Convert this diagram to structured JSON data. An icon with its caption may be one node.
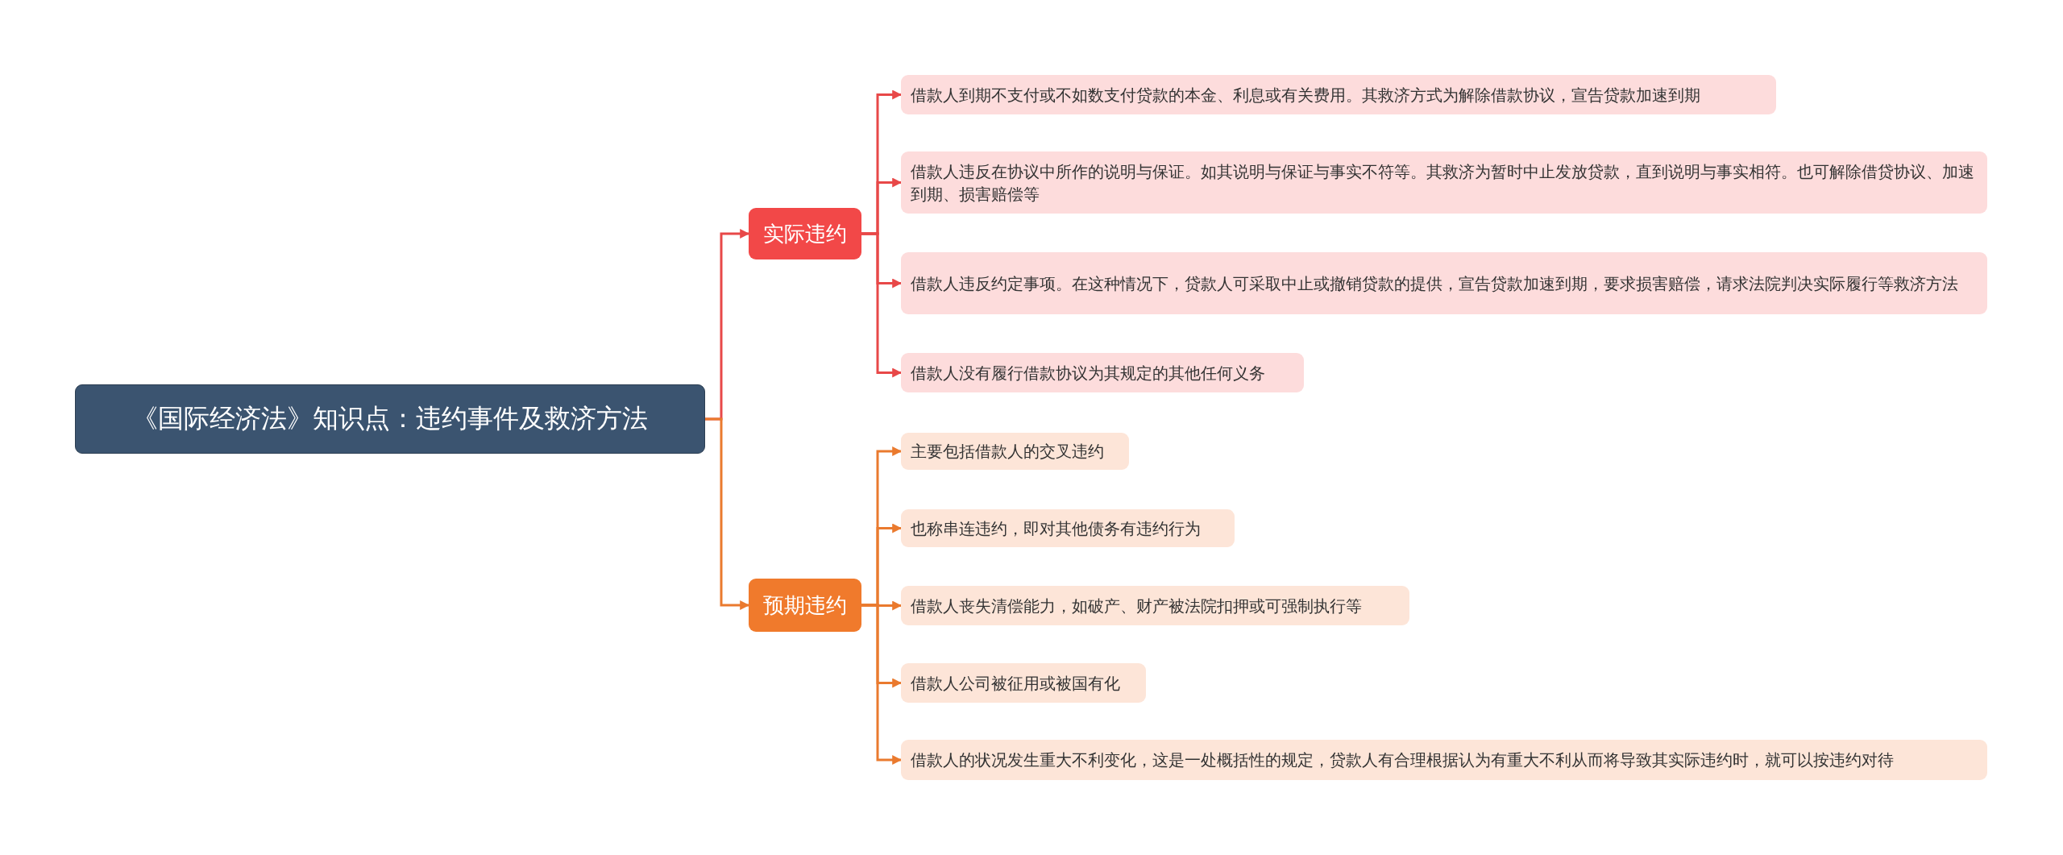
{
  "diagram": {
    "nodes": [
      {
        "text": [
          "《国际经济法》知识点：违约事件及救济方法"
        ]
      },
      {
        "text": [
          "实际违约"
        ]
      },
      {
        "text": [
          "借款人到期不支付或不如数支付贷款的本金、利息或有关费用。其救济方式为解除借款协议，宣告贷款加速到期"
        ]
      },
      {
        "text": [
          "借款人违反在协议中所作的说明与保证。如其说明与保证与事实不符等。其救济为暂时中止发放贷款，直到说明与事实相符。也可解除借贷协议、加速到期、损害赔偿等"
        ]
      },
      {
        "text": [
          "借款人违反约定事项。在这种情况下，贷款人可采取中止或撤销贷款的提供，宣告贷款加速到期，要求损害赔偿，请求法院判决实际履行等救济方法"
        ]
      },
      {
        "text": [
          "借款人没有履行借款协议为其规定的其他任何义务"
        ]
      },
      {
        "text": [
          "预期违约"
        ]
      },
      {
        "text": [
          "主要包括借款人的交叉违约"
        ]
      },
      {
        "text": [
          "也称串连违约，即对其他债务有违约行为"
        ]
      },
      {
        "text": [
          "借款人丧失清偿能力，如破产、财产被法院扣押或可强制执行等"
        ]
      },
      {
        "text": [
          "借款人公司被征用或被国有化"
        ]
      },
      {
        "text": [
          "借款人的状况发生重大不利变化，这是一处概括性的规定，贷款人有合理根据认为有重大不利从而将导致其实际违约时，就可以按违约对待"
        ]
      }
    ],
    "edges": [
      {
        "from": 0,
        "to": 1,
        "arrow": "to",
        "color": "#e84848"
      },
      {
        "from": 1,
        "to": 2,
        "arrow": "to",
        "color": "#e84848"
      },
      {
        "from": 1,
        "to": 3,
        "arrow": "to",
        "color": "#e84848"
      },
      {
        "from": 1,
        "to": 4,
        "arrow": "to",
        "color": "#e84848"
      },
      {
        "from": 1,
        "to": 5,
        "arrow": "to",
        "color": "#e84848"
      },
      {
        "from": 0,
        "to": 6,
        "arrow": "to",
        "color": "#ea7a2e"
      },
      {
        "from": 6,
        "to": 7,
        "arrow": "to",
        "color": "#ea7a2e"
      },
      {
        "from": 6,
        "to": 8,
        "arrow": "to",
        "color": "#ea7a2e"
      },
      {
        "from": 6,
        "to": 9,
        "arrow": "to",
        "color": "#ea7a2e"
      },
      {
        "from": 6,
        "to": 10,
        "arrow": "to",
        "color": "#ea7a2e"
      },
      {
        "from": 6,
        "to": 11,
        "arrow": "to",
        "color": "#ea7a2e"
      }
    ]
  }
}
